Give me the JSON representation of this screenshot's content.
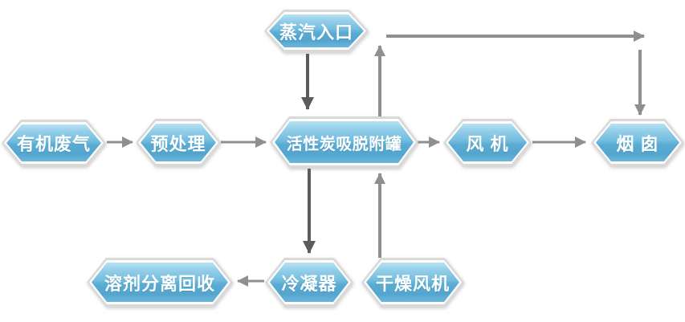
{
  "diagram": {
    "type": "process-flowchart",
    "background": "#ffffff",
    "nodes": [
      {
        "id": "steam-inlet",
        "label": "蒸汽入口"
      },
      {
        "id": "organic-waste-gas",
        "label": "有机废气"
      },
      {
        "id": "pretreatment",
        "label": "预处理"
      },
      {
        "id": "carbon-tank",
        "label": "活性炭吸脱附罐"
      },
      {
        "id": "fan",
        "label": "风 机"
      },
      {
        "id": "chimney",
        "label": "烟 囱"
      },
      {
        "id": "solvent-recovery",
        "label": "溶剂分离回收"
      },
      {
        "id": "condenser",
        "label": "冷凝器"
      },
      {
        "id": "drying-fan",
        "label": "干燥风机"
      }
    ],
    "edges": [
      {
        "from": "steam-inlet",
        "to": "carbon-tank"
      },
      {
        "from": "organic-waste-gas",
        "to": "pretreatment"
      },
      {
        "from": "pretreatment",
        "to": "carbon-tank"
      },
      {
        "from": "carbon-tank",
        "to": "fan"
      },
      {
        "from": "fan",
        "to": "chimney"
      },
      {
        "from": "carbon-tank",
        "to": "chimney",
        "route": "up-over-top"
      },
      {
        "from": "carbon-tank",
        "to": "condenser"
      },
      {
        "from": "drying-fan",
        "to": "carbon-tank"
      },
      {
        "from": "condenser",
        "to": "solvent-recovery"
      }
    ],
    "colors": {
      "node_fill_top": "#b7e2f3",
      "node_fill_mid": "#5aabd3",
      "node_fill_bottom": "#6cb7da",
      "node_border_outer": "#d9d9d9",
      "node_border_inner": "#fefefe",
      "node_text": "#ffffff",
      "arrow_gray": "#8f8f8f",
      "arrow_dark": "#5c5c5c"
    }
  }
}
